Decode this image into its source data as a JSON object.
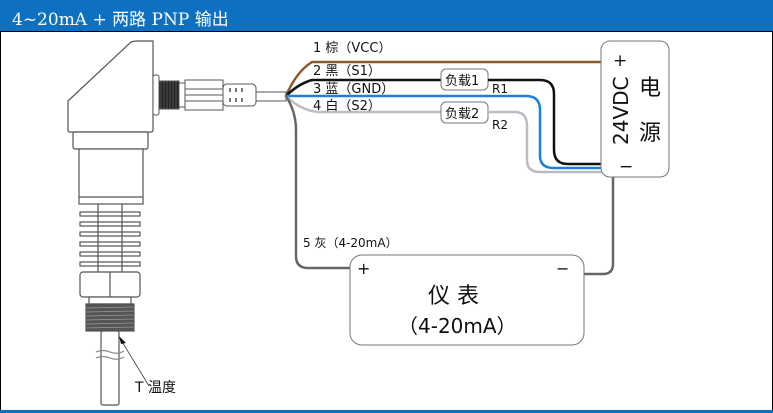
{
  "title": "4~20mA + 两路 PNP 输出",
  "colors": {
    "title_bg": "#0e70c0",
    "wire_brown": "#8a5a2b",
    "wire_black": "#111111",
    "wire_blue": "#1f7fe0",
    "wire_white": "#b8bec4",
    "wire_gray": "#666666"
  },
  "wires": [
    {
      "label": "1 棕（VCC）",
      "color": "brown"
    },
    {
      "label": "2 黑（S1）",
      "color": "black"
    },
    {
      "label": "3 蓝（GND）",
      "color": "blue"
    },
    {
      "label": "4 白（S2）",
      "color": "white"
    },
    {
      "label": "5 灰（4-20mA）",
      "color": "gray"
    }
  ],
  "loads": [
    {
      "label": "负载1",
      "ref": "R1"
    },
    {
      "label": "负载2",
      "ref": "R2"
    }
  ],
  "power_supply": {
    "voltage": "24VDC",
    "name_line1": "电",
    "name_line2": "源",
    "plus": "+",
    "minus": "−"
  },
  "meter": {
    "name": "仪 表",
    "range": "（4-20mA）",
    "plus": "+",
    "minus": "−"
  },
  "sensor": {
    "probe_label": "T 温度"
  }
}
